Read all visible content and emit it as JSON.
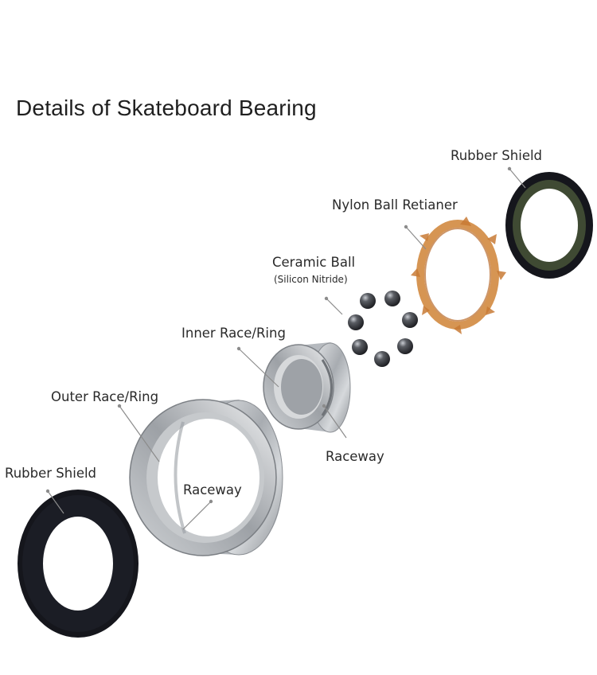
{
  "title": "Details of Skateboard Bearing",
  "labels": {
    "rubber_shield_right": "Rubber Shield",
    "nylon_ball_retainer": "Nylon Ball Retianer",
    "ceramic_ball": "Ceramic Ball",
    "ceramic_ball_sub": "(Silicon Nitride)",
    "inner_race": "Inner Race/Ring",
    "outer_race": "Outer Race/Ring",
    "raceway_inner": "Raceway",
    "raceway_outer": "Raceway",
    "rubber_shield_left": "Rubber Shield"
  },
  "colors": {
    "shield_black": "#15161c",
    "shield_green": "#3f4a33",
    "nylon": "#d18a40",
    "steel": "#b9bdc2",
    "ceramic": "#3b3d42",
    "leader": "#8c8c8c"
  }
}
